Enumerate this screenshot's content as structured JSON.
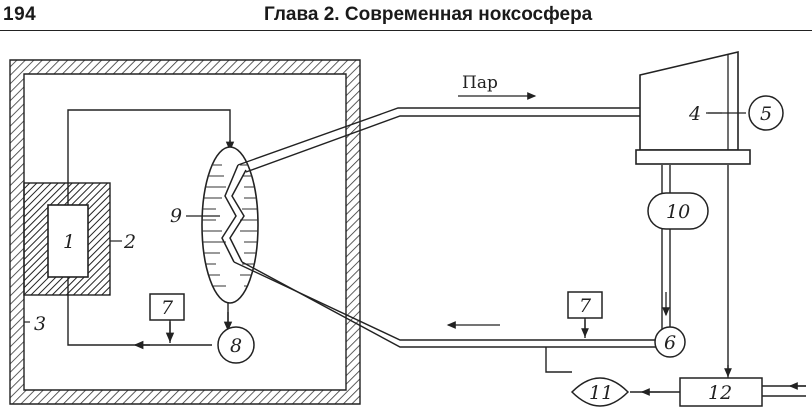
{
  "header": {
    "page_number": "194",
    "chapter_title": "Глава 2. Современная ноксосфера"
  },
  "diagram": {
    "steam_label": "Пар",
    "labels": {
      "n1": "1",
      "n2": "2",
      "n3": "3",
      "n4": "4",
      "n5": "5",
      "n6": "6",
      "n7a": "7",
      "n7b": "7",
      "n8": "8",
      "n9": "9",
      "n10": "10",
      "n11": "11",
      "n12": "12"
    }
  }
}
